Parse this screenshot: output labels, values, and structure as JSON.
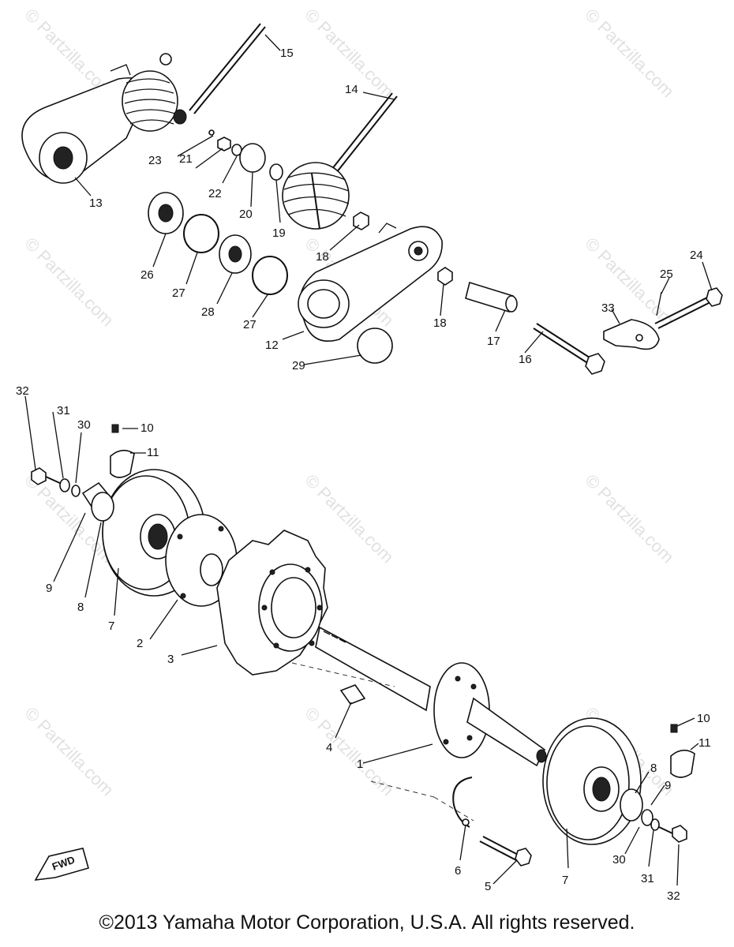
{
  "watermark": "© Partzilla.com",
  "copyright": "©2013 Yamaha Motor Corporation, U.S.A. All rights reserved.",
  "fwd_mark": "FWD",
  "callouts": [
    "1",
    "2",
    "3",
    "4",
    "5",
    "6",
    "7",
    "7",
    "8",
    "8",
    "9",
    "9",
    "10",
    "10",
    "11",
    "11",
    "12",
    "13",
    "14",
    "15",
    "16",
    "17",
    "18",
    "18",
    "19",
    "20",
    "21",
    "22",
    "23",
    "24",
    "25",
    "26",
    "27",
    "27",
    "28",
    "29",
    "30",
    "30",
    "31",
    "31",
    "32",
    "32",
    "33"
  ]
}
